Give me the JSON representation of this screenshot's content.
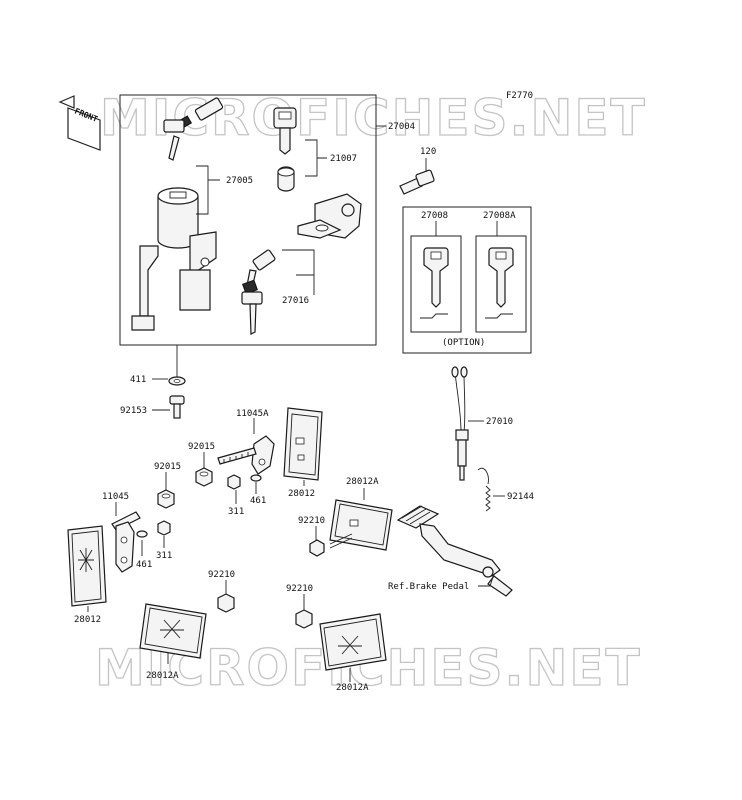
{
  "figure_code": "F2770",
  "front_label": "FRONT",
  "watermark": "MICROFICHES.NET",
  "option_label": "(OPTION)",
  "labels": {
    "p27004": "27004",
    "p21007": "21007",
    "p27005": "27005",
    "p120": "120",
    "p27008": "27008",
    "p27008A": "27008A",
    "p27016": "27016",
    "p411": "411",
    "p92153": "92153",
    "p27010": "27010",
    "p11045A": "11045A",
    "p92015a": "92015",
    "p92015b": "92015",
    "p11045": "11045",
    "p311a": "311",
    "p461a": "461",
    "p28012a": "28012",
    "p28012Aa": "28012A",
    "p92210a": "92210",
    "p92144": "92144",
    "p461b": "461",
    "p311b": "311",
    "p28012b": "28012",
    "p92210b": "92210",
    "p92210c": "92210",
    "ref_brake": "Ref.Brake Pedal",
    "p28012Ab": "28012A",
    "p28012Ac": "28012A"
  }
}
